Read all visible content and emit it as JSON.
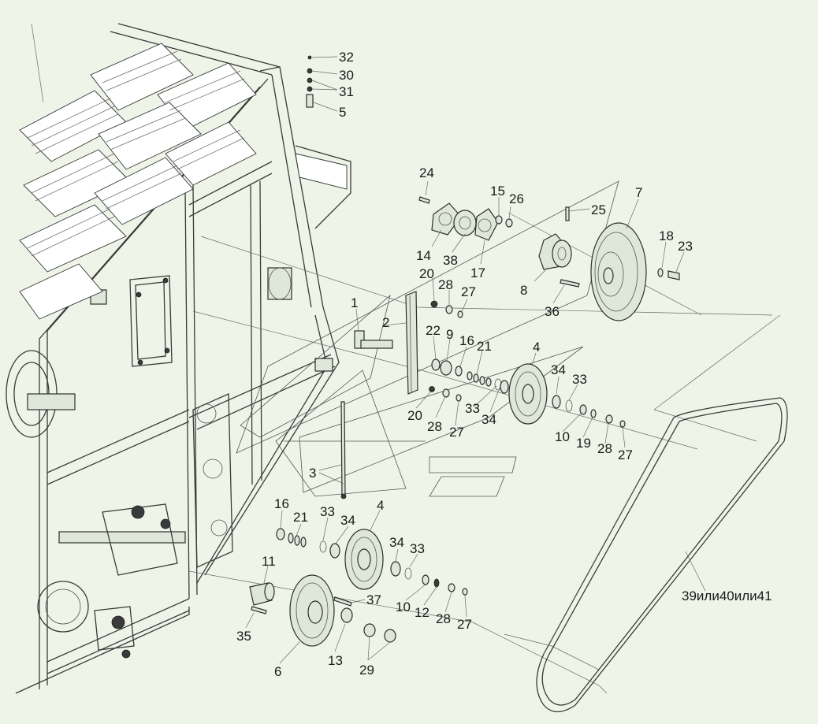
{
  "colors": {
    "background": "#eef5e8",
    "line": "#3a3a3a",
    "part_fill": "#dfe7da"
  },
  "callouts": {
    "c32": "32",
    "c30": "30",
    "c31": "31",
    "c5": "5",
    "c24": "24",
    "c15": "15",
    "c26": "26",
    "c25": "25",
    "c7": "7",
    "c14": "14",
    "c38": "38",
    "c17": "17",
    "c18": "18",
    "c23": "23",
    "c8": "8",
    "c36": "36",
    "c20a": "20",
    "c28a": "28",
    "c27a": "27",
    "c1": "1",
    "c2": "2",
    "c22": "22",
    "c9": "9",
    "c16a": "16",
    "c21a": "21",
    "c4a": "4",
    "c34a": "34",
    "c33a": "33",
    "c20b": "20",
    "c28b": "28",
    "c27b": "27",
    "c33b": "33",
    "c34b": "34",
    "c10a": "10",
    "c19": "19",
    "c28c": "28",
    "c27c": "27",
    "c3": "3",
    "c16b": "16",
    "c21b": "21",
    "c33c": "33",
    "c34c": "34",
    "c4b": "4",
    "c34d": "34",
    "c33d": "33",
    "c11": "11",
    "c37": "37",
    "c10b": "10",
    "c12": "12",
    "c28d": "28",
    "c27d": "27",
    "c35": "35",
    "c6": "6",
    "c13": "13",
    "c29": "29",
    "belt": "39или40или41"
  }
}
